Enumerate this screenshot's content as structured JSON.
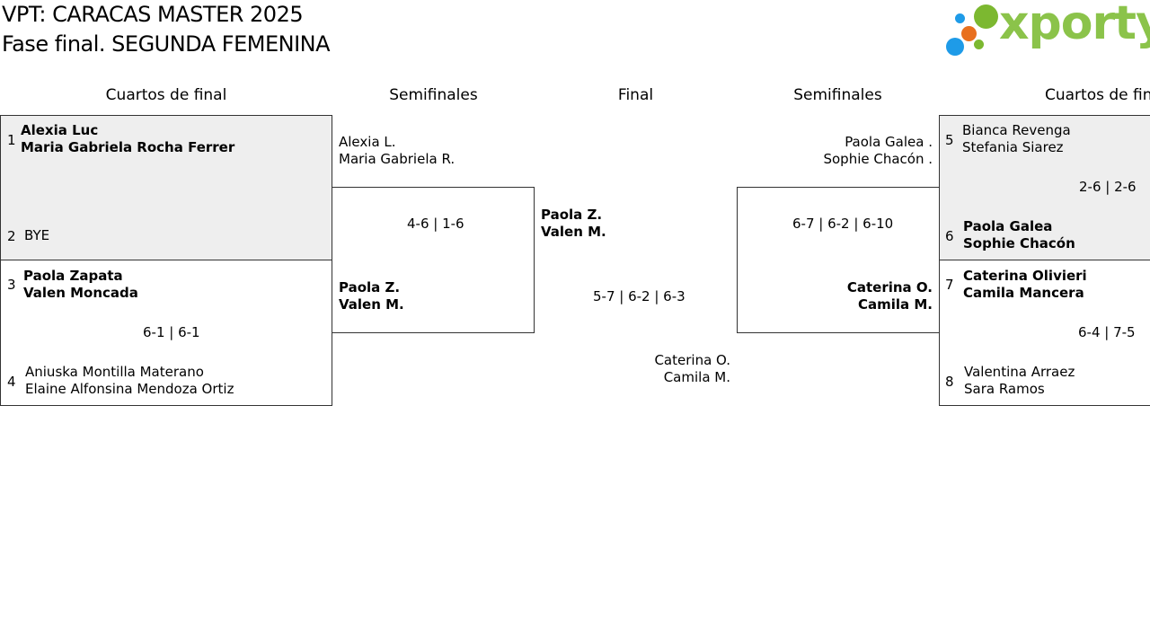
{
  "header": {
    "title": "VPT: CARACAS MASTER 2025",
    "subtitle": "Fase final. SEGUNDA FEMENINA",
    "logo_text": "xporty",
    "logo_colors": [
      "#1e9be8",
      "#e8701e",
      "#7cb830",
      "#7cb830"
    ]
  },
  "rounds": {
    "left_qf": "Cuartos de final",
    "left_sf": "Semifinales",
    "final": "Final",
    "right_sf": "Semifinales",
    "right_qf": "Cuartos de final"
  },
  "left_qf": {
    "m1": {
      "seed_a": "1",
      "a1": "Alexia Luc",
      "a2": "Maria Gabriela Rocha Ferrer",
      "seed_b": "2",
      "b1": "BYE",
      "score": ""
    },
    "m2": {
      "seed_a": "3",
      "a1": "Paola Zapata",
      "a2": "Valen Moncada",
      "seed_b": "4",
      "b1": "Aniuska Montilla Materano",
      "b2": "Elaine Alfonsina Mendoza Ortiz",
      "score": "6-1 | 6-1"
    }
  },
  "left_sf": {
    "a1": "Alexia L.",
    "a2": "Maria Gabriela R.",
    "b1": "Paola Z.",
    "b2": "Valen M.",
    "score": "4-6 | 1-6"
  },
  "final": {
    "a1": "Paola Z.",
    "a2": "Valen M.",
    "b1": "Caterina O.",
    "b2": "Camila M.",
    "score": "5-7 | 6-2 | 6-3"
  },
  "right_sf": {
    "a1": "Paola Galea .",
    "a2": "Sophie Chacón .",
    "b1": "Caterina O.",
    "b2": "Camila M.",
    "score": "6-7 | 6-2 | 6-10"
  },
  "right_qf": {
    "m1": {
      "seed_a": "5",
      "a1": "Bianca Revenga",
      "a2": "Stefania Siarez",
      "seed_b": "6",
      "b1": "Paola Galea",
      "b2": "Sophie Chacón",
      "score": "2-6 | 2-6"
    },
    "m2": {
      "seed_a": "7",
      "a1": "Caterina Olivieri",
      "a2": "Camila Mancera",
      "seed_b": "8",
      "b1": "Valentina Arraez",
      "b2": "Sara Ramos",
      "score": "6-4 | 7-5"
    }
  }
}
